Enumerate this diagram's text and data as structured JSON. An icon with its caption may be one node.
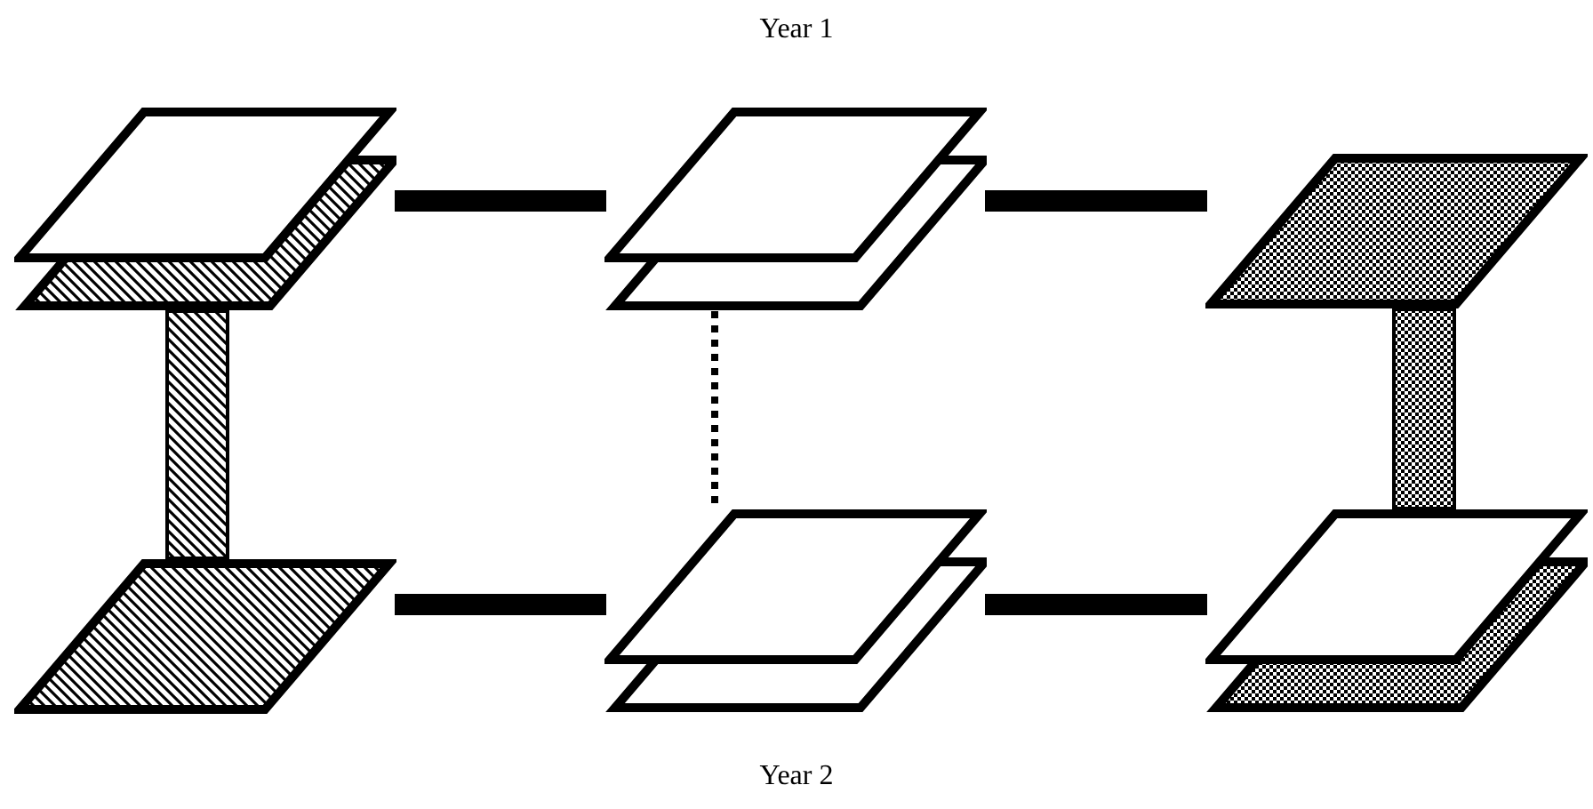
{
  "diagram": {
    "nodes": [
      {
        "text": [],
        "shape": "parallelogram"
      },
      {
        "text": [],
        "shape": "parallelogram"
      },
      {
        "text": [],
        "shape": "parallelogram"
      },
      {
        "text": [],
        "shape": "parallelogram"
      },
      {
        "text": [],
        "shape": "parallelogram"
      },
      {
        "text": [],
        "shape": "parallelogram"
      }
    ],
    "edges": [
      {
        "from": 0,
        "to": 1,
        "arrow": "none",
        "style": "thick"
      },
      {
        "from": 1,
        "to": 2,
        "arrow": "none",
        "style": "thick"
      },
      {
        "from": 3,
        "to": 4,
        "arrow": "none",
        "style": "thick"
      },
      {
        "from": 4,
        "to": 5,
        "arrow": "none",
        "style": "thick"
      },
      {
        "from": 0,
        "to": 3,
        "arrow": "none",
        "style": "thick"
      },
      {
        "from": 1,
        "to": 4,
        "arrow": "none",
        "style": "dashed"
      },
      {
        "from": 2,
        "to": 5,
        "arrow": "none",
        "style": "thick"
      }
    ],
    "labels": [
      "Year 1",
      "Year 2"
    ]
  }
}
